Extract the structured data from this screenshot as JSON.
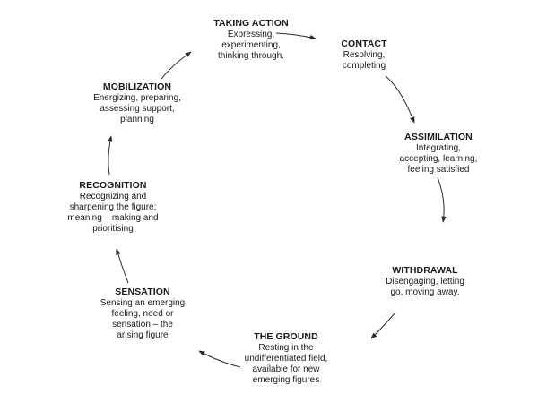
{
  "stages": [
    {
      "id": "taking-action",
      "title": "TAKING ACTION",
      "lines": [
        "Expressing,",
        "experimenting,",
        "thinking through."
      ]
    },
    {
      "id": "contact",
      "title": "CONTACT",
      "lines": [
        "Resolving,",
        "completing"
      ]
    },
    {
      "id": "assimilation",
      "title": "ASSIMILATION",
      "lines": [
        "Integrating,",
        "accepting, learning,",
        "feeling satisfied"
      ]
    },
    {
      "id": "withdrawal",
      "title": "WITHDRAWAL",
      "lines": [
        "Disengaging, letting",
        "go, moving away."
      ]
    },
    {
      "id": "the-ground",
      "title": "THE GROUND",
      "lines": [
        "Resting in the",
        "undifferentiated field,",
        "available for new",
        "emerging figures"
      ]
    },
    {
      "id": "sensation",
      "title": "SENSATION",
      "lines": [
        "Sensing an emerging",
        "feeling, need or",
        "sensation – the",
        "arising figure"
      ]
    },
    {
      "id": "recognition",
      "title": "RECOGNITION",
      "lines": [
        "Recognizing and",
        "sharpening the figure;",
        "meaning – making and",
        "prioritising"
      ]
    },
    {
      "id": "mobilization",
      "title": "MOBILIZATION",
      "lines": [
        "Energizing, preparing,",
        "assessing support,",
        "planning"
      ]
    }
  ],
  "style": {
    "stroke": "#2a2a2a",
    "text": "#1a1a1a"
  }
}
